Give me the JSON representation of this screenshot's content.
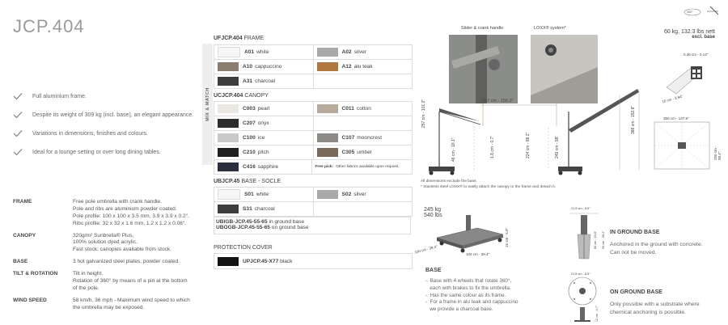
{
  "title": "JCP.404",
  "features": [
    "Full aluminium frame.",
    "Despite its weight of 309 kg (incl. base), an elegant appearance.",
    "Variations in dimensions, finishes and colours.",
    "Ideal for a lounge setting or over long dining tables."
  ],
  "specs": [
    {
      "key": "FRAME",
      "lines": [
        "Free pole umbrella with crank handle.",
        "Pole and ribs are aluminium powder coated.",
        "Pole profile: 100 x 100 x 3.5 mm, 3.9 x 3.9 x 0.2\".",
        "Ribs profile: 32 x 32 x 1.6 mm, 1.2 x 1.2 x 0.06\"."
      ]
    },
    {
      "key": "CANOPY",
      "lines": [
        "320g/m² Sunbrella® Plus,",
        "100% solution dyed acrylic.",
        "Fast stock: canopies available from stock."
      ]
    },
    {
      "key": "BASE",
      "lines": [
        "3 hot galvanized steel plates, powder coated."
      ]
    },
    {
      "key": "TILT & ROTATION",
      "lines": [
        "Tilt in height.",
        "Rotation of 360° by means of a pin at the bottom",
        "of the pole."
      ]
    },
    {
      "key": "WIND SPEED",
      "lines": [
        "58 km/h, 36 mph - Maximum wind speed to which",
        "the umbrella may be exposed."
      ]
    }
  ],
  "mix_match_label": "MIX & MATCH",
  "frame_section": {
    "code": "UFJCP.404",
    "label": "FRAME",
    "rows": [
      [
        {
          "code": "A01",
          "name": "white",
          "color": "#f6f6f6"
        },
        {
          "code": "A02",
          "name": "silver",
          "color": "#a9a9a9"
        }
      ],
      [
        {
          "code": "A10",
          "name": "cappuccino",
          "color": "#8a7d72"
        },
        {
          "code": "A12",
          "name": "alu teak",
          "color": "#b0783e"
        }
      ],
      [
        {
          "code": "A31",
          "name": "charcoal",
          "color": "#3d3d3d"
        },
        {
          "code": "",
          "name": "",
          "color": ""
        }
      ]
    ]
  },
  "canopy_section": {
    "code": "UCJCP.404",
    "label": "CANOPY",
    "rows": [
      [
        {
          "code": "C003",
          "name": "pearl",
          "color": "#ebe8e3"
        },
        {
          "code": "C011",
          "name": "cotton",
          "color": "#b7ab9d"
        }
      ],
      [
        {
          "code": "C207",
          "name": "onyx",
          "color": "#2d2d2d"
        },
        {
          "code": "",
          "name": "",
          "color": ""
        }
      ],
      [
        {
          "code": "C100",
          "name": "ice",
          "color": "#c9c9c9"
        },
        {
          "code": "C107",
          "name": "mooncrest",
          "color": "#8d8b88"
        }
      ],
      [
        {
          "code": "C210",
          "name": "pitch",
          "color": "#1f1f1f"
        },
        {
          "code": "C305",
          "name": "umber",
          "color": "#7a6a5c"
        }
      ],
      [
        {
          "code": "C416",
          "name": "sapphire",
          "color": "#2a2f3d"
        },
        {
          "code": "Free pick:",
          "name": "Other fabrics available upon request.",
          "color": ""
        }
      ]
    ]
  },
  "base_section": {
    "code": "UBJCP.45",
    "label": "BASE - SOCLE",
    "rows": [
      [
        {
          "code": "S01",
          "name": "white",
          "color": "#f6f6f6"
        },
        {
          "code": "S02",
          "name": "silver",
          "color": "#a9a9a9"
        }
      ],
      [
        {
          "code": "S31",
          "name": "charcoal",
          "color": "#3d3d3d"
        },
        {
          "code": "",
          "name": "",
          "color": ""
        }
      ]
    ]
  },
  "ground_base": {
    "line1_code": "UBIGB-JCP.45-55-65",
    "line1_text": "in ground base",
    "line2_code": "UBOGB-JCP.45-55-65",
    "line2_text": "on ground base"
  },
  "protection": {
    "label": "PROTECTION COVER",
    "code": "UPJCP.45-X77",
    "name": "black",
    "color": "#111111"
  },
  "diagram": {
    "label_slider": "Slider & crank handle",
    "label_loxx": "LOXX® system*",
    "dim_397": "397 cm - 156.3\"",
    "dim_257": "257 cm - 101.2\"",
    "dim_46": "46 cm - 18.1\"",
    "dim_18": "1.8 cm - 0.7\"",
    "dim_224": "224 cm - 88.2\"",
    "dim_249": "249 cm - 98\"",
    "dim_388": "388 cm - 152.8\"",
    "note1": "All dimensions exclude the base.",
    "note2": "* Stainless steel LOXX® to easily attach the canopy to the frame and detach it.",
    "rotation": "360°"
  },
  "weights": {
    "nett": "60 kg, 132.3 lbs nett",
    "excl": "excl. base",
    "rib_dim": "0.36 cm - 0.14\"",
    "pole_dim": "10 cm - 3.94\"",
    "top_dim": "350 cm - 137.8\"",
    "side_dim": "250 cm - 98.4\""
  },
  "base_block": {
    "weight1": "245 kg",
    "weight2": "540 lbs",
    "dim_w1": "100 cm - 39.4\"",
    "dim_w2": "100 cm - 39.4\"",
    "dim_h": "15 cm - 5.9\"",
    "title": "BASE",
    "bullets": [
      "Base with 4 wheels that rotate 360°,",
      "each with brakes to fix the umbrella.",
      "Has the same colour as its frame.",
      "For a frame in alu teak and cappuccino",
      "we provide a charcoal base."
    ]
  },
  "in_ground": {
    "dim1": "21.5 cm - 8.5\"",
    "dim2": "60 cm - 23.6\"",
    "dim3": "90 cm - 35.4\"",
    "title": "IN GROUND BASE",
    "text": [
      "Anchored in the ground with concrete.",
      "Can not be moved."
    ]
  },
  "on_ground": {
    "dim1": "21.5 cm - 8.5\"",
    "dim2": "12 cm - 4.7\"",
    "title": "ON GROUND BASE",
    "text": [
      "Only possible with a substrate where",
      "chemical anchoring is possible."
    ]
  }
}
